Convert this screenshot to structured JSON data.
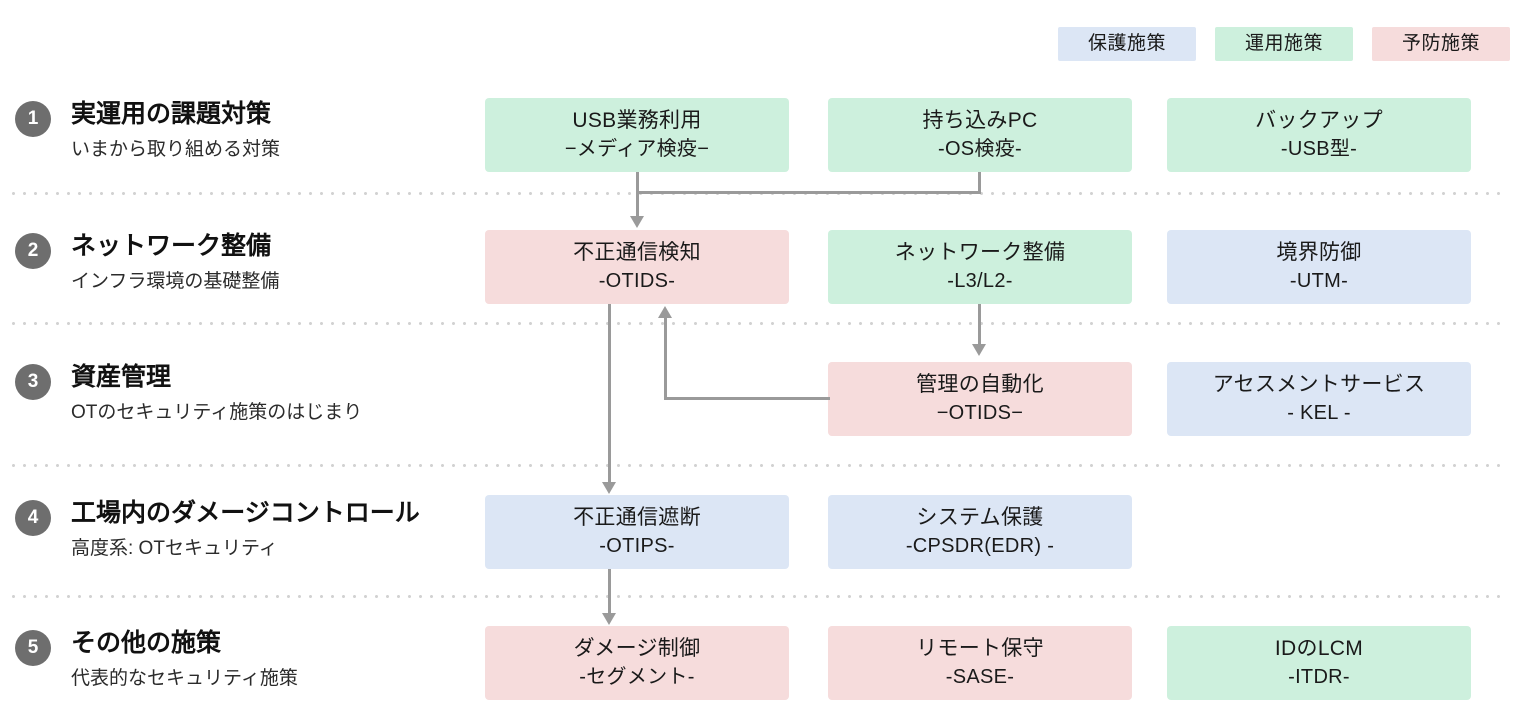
{
  "legend": {
    "items": [
      {
        "label": "保護施策",
        "color": "#dce6f5",
        "key": "protect"
      },
      {
        "label": "運用施策",
        "color": "#cdf0dd",
        "key": "operate"
      },
      {
        "label": "予防施策",
        "color": "#f6dcdc",
        "key": "prevent"
      }
    ]
  },
  "rows": [
    {
      "number": "1",
      "title": "実運用の課題対策",
      "subtitle": "いまから取り組める対策",
      "cards": [
        {
          "main": "USB業務利用",
          "sub": "−メディア検疫−",
          "color": "#cdf0dd",
          "type": "operate"
        },
        {
          "main": "持ち込みPC",
          "sub": "-OS検疫-",
          "color": "#cdf0dd",
          "type": "operate"
        },
        {
          "main": "バックアップ",
          "sub": "-USB型-",
          "color": "#cdf0dd",
          "type": "operate"
        }
      ]
    },
    {
      "number": "2",
      "title": "ネットワーク整備",
      "subtitle": "インフラ環境の基礎整備",
      "cards": [
        {
          "main": "不正通信検知",
          "sub": "-OTIDS-",
          "color": "#f6dcdc",
          "type": "prevent"
        },
        {
          "main": "ネットワーク整備",
          "sub": "-L3/L2-",
          "color": "#cdf0dd",
          "type": "operate"
        },
        {
          "main": "境界防御",
          "sub": "-UTM-",
          "color": "#dce6f5",
          "type": "protect"
        }
      ]
    },
    {
      "number": "3",
      "title": "資産管理",
      "subtitle": "OTのセキュリティ施策のはじまり",
      "cards": [
        {
          "main": "",
          "sub": "",
          "color": "transparent",
          "type": "empty"
        },
        {
          "main": "管理の自動化",
          "sub": "−OTIDS−",
          "color": "#f6dcdc",
          "type": "prevent"
        },
        {
          "main": "アセスメントサービス",
          "sub": "- KEL -",
          "color": "#dce6f5",
          "type": "protect"
        }
      ]
    },
    {
      "number": "4",
      "title": "工場内のダメージコントロール",
      "subtitle": "高度系: OTセキュリティ",
      "cards": [
        {
          "main": "不正通信遮断",
          "sub": "-OTIPS-",
          "color": "#dce6f5",
          "type": "protect"
        },
        {
          "main": "システム保護",
          "sub": "-CPSDR(EDR) -",
          "color": "#dce6f5",
          "type": "protect"
        },
        {
          "main": "",
          "sub": "",
          "color": "transparent",
          "type": "empty"
        }
      ]
    },
    {
      "number": "5",
      "title": "その他の施策",
      "subtitle": "代表的なセキュリティ施策",
      "cards": [
        {
          "main": "ダメージ制御",
          "sub": "-セグメント-",
          "color": "#f6dcdc",
          "type": "prevent"
        },
        {
          "main": "リモート保守",
          "sub": "-SASE-",
          "color": "#f6dcdc",
          "type": "prevent"
        },
        {
          "main": "IDのLCM",
          "sub": "-ITDR-",
          "color": "#cdf0dd",
          "type": "operate"
        }
      ]
    }
  ],
  "colors": {
    "protect": "#dce6f5",
    "operate": "#cdf0dd",
    "prevent": "#f6dcdc",
    "badge": "#6e6e6e",
    "connector": "#9a9a9a",
    "separator": "#d2d2d2"
  }
}
